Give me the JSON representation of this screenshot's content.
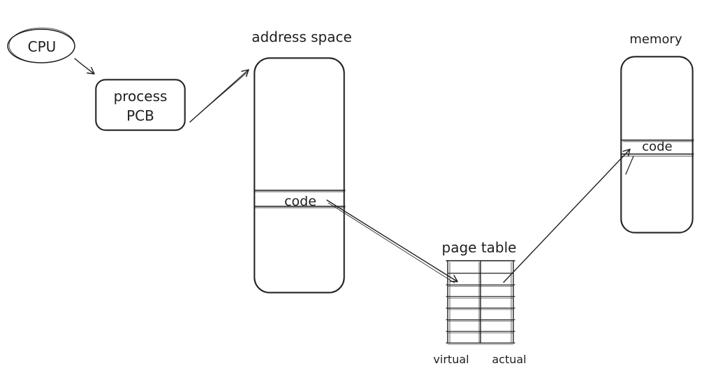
{
  "cpu": {
    "label": "CPU"
  },
  "process": {
    "line1": "process",
    "line2": "PCB"
  },
  "address_space": {
    "title": "address space",
    "code_label": "code"
  },
  "memory": {
    "title": "memory",
    "code_label": "code"
  },
  "page_table": {
    "title": "page table",
    "left_column_label": "virtual",
    "right_column_label": "actual",
    "row_count": 6
  },
  "colors": {
    "ink": "#1e1e1e",
    "background": "#ffffff"
  }
}
